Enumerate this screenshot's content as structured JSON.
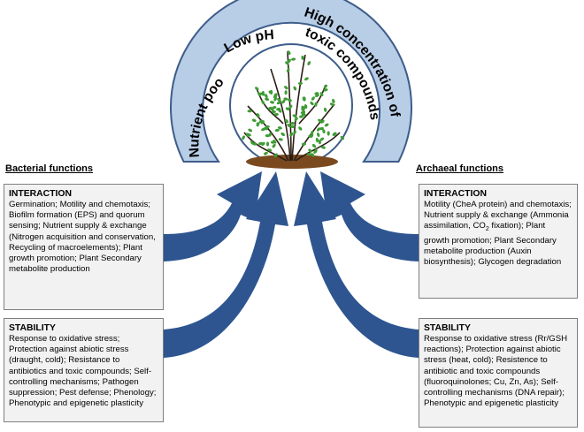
{
  "arc_labels": {
    "left": "Nutrient poor",
    "middle": "Low pH",
    "right_line1": "High concentration of",
    "right_line2": "toxic compounds"
  },
  "bacterial": {
    "heading": "Bacterial functions",
    "interaction_title": "INTERACTION",
    "interaction_text": "Germination; Motility and chemotaxis; Biofilm formation (EPS) and quorum sensing; Nutrient supply & exchange (Nitrogen acquisition and conservation, Recycling of macroelements); Plant growth promotion; Plant Secondary metabolite production",
    "stability_title": "STABILITY",
    "stability_text": "Response to oxidative stress; Protection against abiotic stress (draught, cold); Resistance to antibiotics and toxic compounds; Self-controlling mechanisms; Pathogen suppression; Pest defense; Phenology; Phenotypic and epigenetic plasticity"
  },
  "archaeal": {
    "heading": "Archaeal functions",
    "interaction_title": "INTERACTION",
    "interaction_text_a": "Motility (CheA protein) and chemotaxis; Nutrient supply & exchange (Ammonia assimilation, CO",
    "interaction_sub": "2",
    "interaction_text_b": " fixation); Plant growth promotion; Plant Secondary metabolite production (Auxin biosynthesis); Glycogen degradation",
    "stability_title": "STABILITY",
    "stability_text": "Response to oxidative stress (Rr/GSH reactions); Protection against abiotic stress (heat, cold); Resistence to antibiotic and toxic compounds (fluoroquinolones; Cu, Zn, As); Self-controlling mechanisms (DNA repair); Phenotypic and epigenetic plasticity"
  },
  "colors": {
    "arc_fill": "#b8cde6",
    "arc_stroke": "#3d5d8a",
    "arrow_fill": "#2e5590",
    "box_fill": "#f2f2f2",
    "box_border": "#7f7f7f",
    "leaf_green": "#3f9c35",
    "soil": "#7a4a1e"
  }
}
